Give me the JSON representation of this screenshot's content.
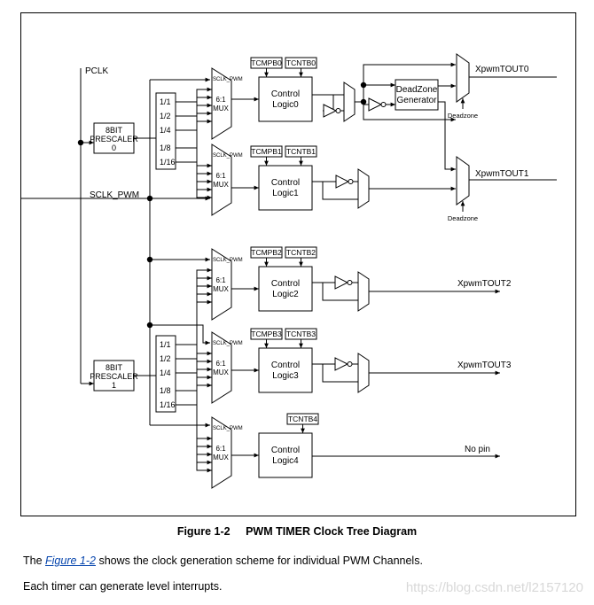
{
  "inputs": {
    "pclk": "PCLK",
    "sclk_pwm": "SCLK_PWM"
  },
  "prescalers": [
    {
      "lines": [
        "8BIT",
        "PRESCALER",
        "0"
      ]
    },
    {
      "lines": [
        "8BIT",
        "PRESCALER",
        "1"
      ]
    }
  ],
  "dividers": [
    "1/1",
    "1/2",
    "1/4",
    "1/8",
    "1/16"
  ],
  "mux": {
    "sclk_label": "SCLK_PWM",
    "ratio": "6:1",
    "word": "MUX"
  },
  "channels": [
    {
      "regs": [
        "TCMPB0",
        "TCNTB0"
      ],
      "logic": [
        "Control",
        "Logic0"
      ],
      "output": "XpwmTOUT0"
    },
    {
      "regs": [
        "TCMPB1",
        "TCNTB1"
      ],
      "logic": [
        "Control",
        "Logic1"
      ],
      "output": "XpwmTOUT1"
    },
    {
      "regs": [
        "TCMPB2",
        "TCNTB2"
      ],
      "logic": [
        "Control",
        "Logic2"
      ],
      "output": "XpwmTOUT2"
    },
    {
      "regs": [
        "TCMPB3",
        "TCNTB3"
      ],
      "logic": [
        "Control",
        "Logic3"
      ],
      "output": "XpwmTOUT3"
    },
    {
      "regs": [
        "TCNTB4"
      ],
      "logic": [
        "Control",
        "Logic4"
      ],
      "output": "No pin"
    }
  ],
  "deadzone": {
    "generator": [
      "DeadZone",
      "Generator"
    ],
    "label": "Deadzone"
  },
  "caption": {
    "number": "Figure 1-2",
    "title": "PWM TIMER Clock Tree Diagram"
  },
  "body": {
    "p1_prefix": "The ",
    "p1_link": "Figure 1-2",
    "p1_suffix": " shows the clock generation scheme for individual PWM Channels.",
    "p2": "Each timer can generate level interrupts."
  },
  "watermark": "https://blog.csdn.net/l2157120"
}
